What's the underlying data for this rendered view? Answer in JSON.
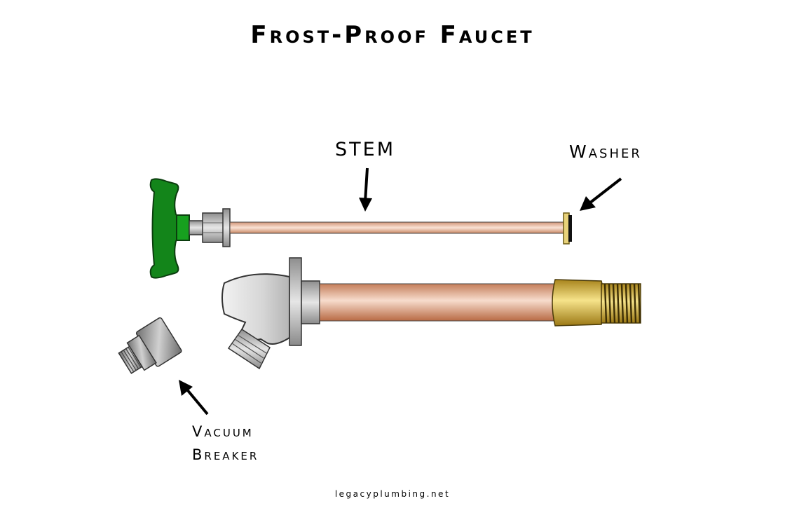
{
  "title": "Frost-Proof Faucet",
  "labels": {
    "stem": "STEM",
    "washer": "Washer",
    "vacuum_breaker_line1": "Vacuum",
    "vacuum_breaker_line2": "Breaker"
  },
  "credit": "legacyplumbing.net",
  "colors": {
    "handle_green": "#13851a",
    "copper": "#d9987a",
    "brass": "#c9a638",
    "chrome_gray": "#b8b8b8",
    "outline": "#222222"
  }
}
